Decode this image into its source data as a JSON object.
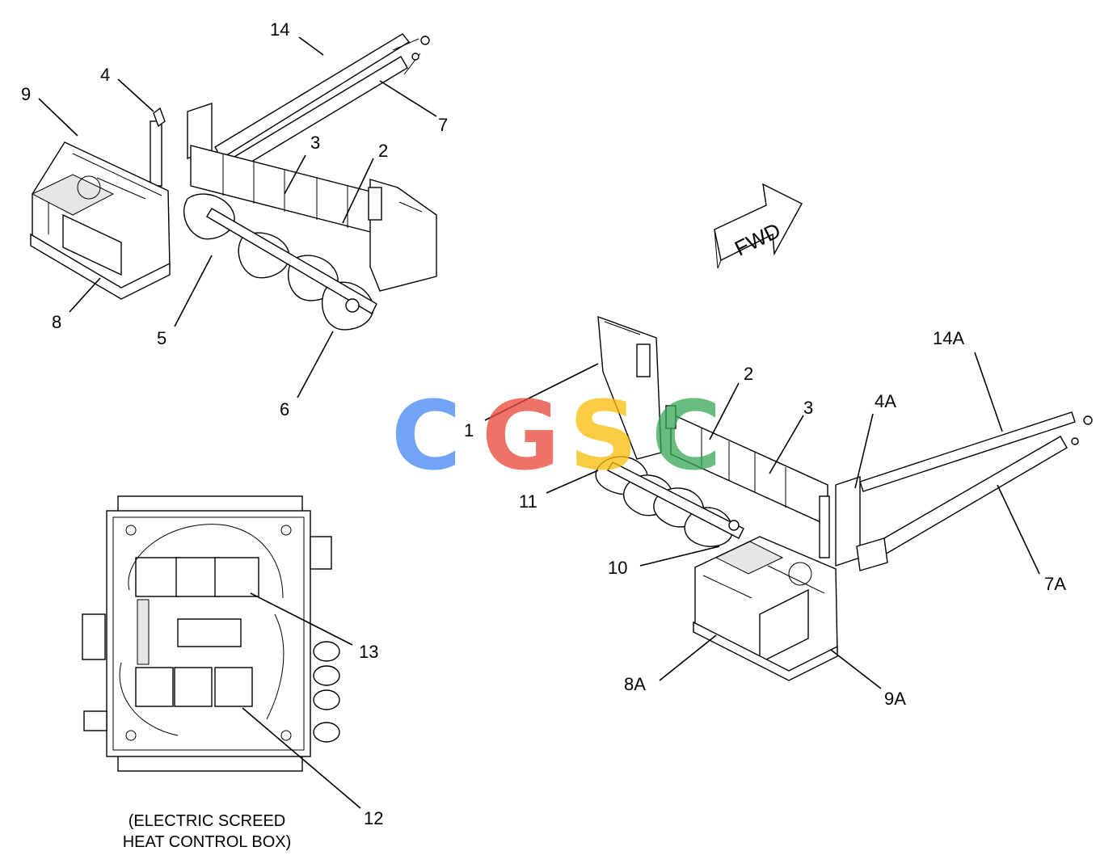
{
  "callouts": {
    "c14": "14",
    "c4": "4",
    "c9": "9",
    "c7": "7",
    "c3_top": "3",
    "c2_top": "2",
    "c8": "8",
    "c5": "5",
    "c6": "6",
    "c14A": "14A",
    "c1": "1",
    "c2_right": "2",
    "c3_right": "3",
    "c4A": "4A",
    "c11": "11",
    "c10": "10",
    "c7A": "7A",
    "c8A": "8A",
    "c9A": "9A",
    "c13": "13",
    "c12": "12"
  },
  "direction_arrow": {
    "label": "FWD"
  },
  "caption": {
    "line1": "(ELECTRIC SCREED",
    "line2": "HEAT CONTROL BOX)"
  },
  "watermark": {
    "letters": [
      "C",
      "G",
      "S",
      "C"
    ],
    "colors": [
      "#4285F4",
      "#EA4335",
      "#FBBC05",
      "#34A853"
    ]
  }
}
